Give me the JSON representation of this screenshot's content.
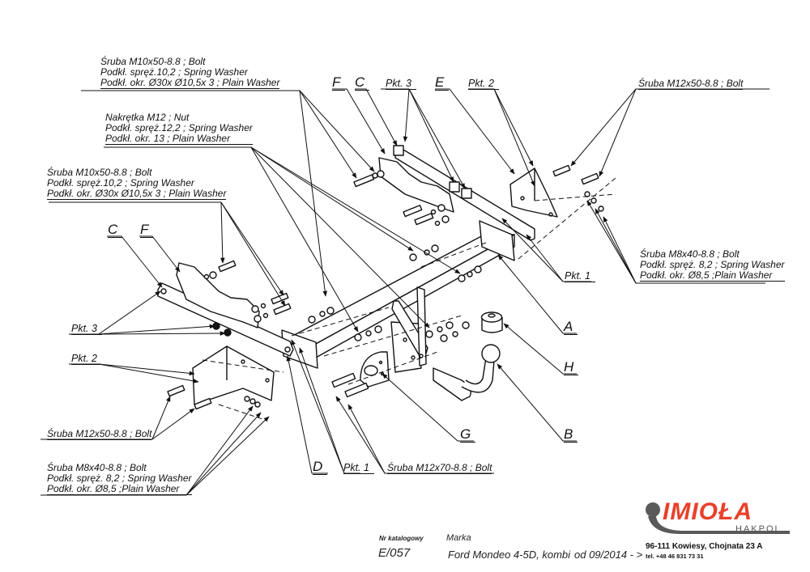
{
  "callouts": {
    "top_left_bolt_group": {
      "lines": [
        "Śruba M10x50-8.8 ;  Bolt",
        "Podkł. spręż.10,2 ; Spring Washer",
        "Podkł. okr. Ø30x Ø10,5x 3 ; Plain Washer"
      ]
    },
    "nut_group": {
      "lines": [
        "Nakrętka  M12 ; Nut",
        "Podkł. spręż.12,2 ; Spring Washer",
        "Podkł. okr. 13 ; Plain Washer"
      ]
    },
    "left_bolt_group": {
      "lines": [
        "Śruba M10x50-8.8 ;  Bolt",
        "Podkł. spręż.10,2 ; Spring Washer",
        "Podkł. okr. Ø30x Ø10,5x 3 ; Plain Washer"
      ]
    },
    "top_right_bolt": "Śruba M12x50-8.8 ;  Bolt",
    "right_m8_group": {
      "lines": [
        "Śruba M8x40-8.8 ;  Bolt",
        "Podkł. spręż. 8,2 ; Spring Washer",
        "Podkł. okr. Ø8,5 ;Plain Washer"
      ]
    },
    "bottom_left_bolt": "Śruba M12x50-8.8 ;  Bolt",
    "bottom_left_m8_group": {
      "lines": [
        "Śruba M8x40-8.8 ;  Bolt",
        "Podkł. spręż. 8,2 ; Spring Washer",
        "Podkł. okr. Ø8,5 ;Plain Washer"
      ]
    },
    "bottom_center_bolt": "Śruba M12x70-8.8 ;  Bolt"
  },
  "part_letters": {
    "F_top": "F",
    "C_top": "C",
    "E": "E",
    "C_left": "C",
    "F_left": "F",
    "A": "A",
    "H": "H",
    "B": "B",
    "G": "G",
    "D": "D"
  },
  "points": {
    "pkt3_top": "Pkt. 3",
    "pkt2_top": "Pkt. 2",
    "pkt1_right": "Pkt. 1",
    "pkt3_left": "Pkt. 3",
    "pkt2_left": "Pkt. 2",
    "pkt1_bottom": "Pkt. 1"
  },
  "footer": {
    "catalog_label": "Nr katalogowy",
    "catalog_value": "E/057",
    "brand_label": "Marka",
    "model": "Ford Mondeo 4-5D, kombi",
    "period": "od 09/2014 - >"
  },
  "company": {
    "logo_name": "IMIOŁA",
    "logo_sub": "HAKPOL",
    "address": "96-111 Kowiesy, Chojnata 23 A",
    "phone": "tel. +48 46 831 73 31",
    "logo_color": "#e8402a",
    "logo_grey": "#5a5a5a"
  }
}
